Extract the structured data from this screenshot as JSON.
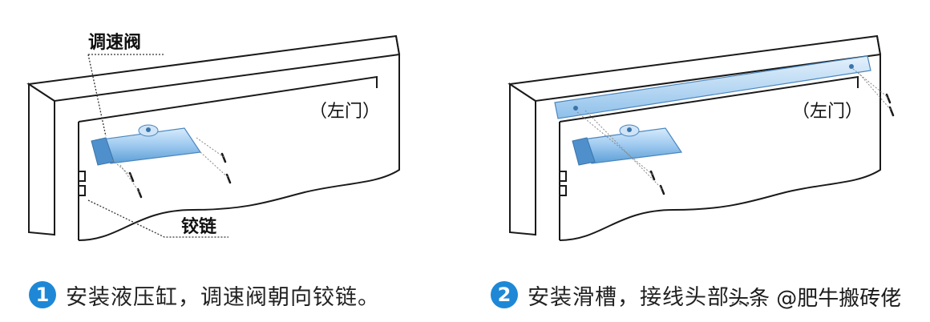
{
  "panel1": {
    "label_valve": "调速阀",
    "label_door": "（左门）",
    "label_hinge": "铰链"
  },
  "panel2": {
    "label_door": "（左门）"
  },
  "captions": [
    {
      "number": "1",
      "text": "安装液压缸，调速阀朝向铰链。"
    },
    {
      "number": "2",
      "text": "安装滑槽，接线头部…"
    }
  ],
  "watermark": "头条 @肥牛搬砖佬",
  "colors": {
    "line": "#1a1a1a",
    "device": "#9cc8ef",
    "device_dark": "#5a9fd6",
    "badge": "#1e88d6"
  }
}
